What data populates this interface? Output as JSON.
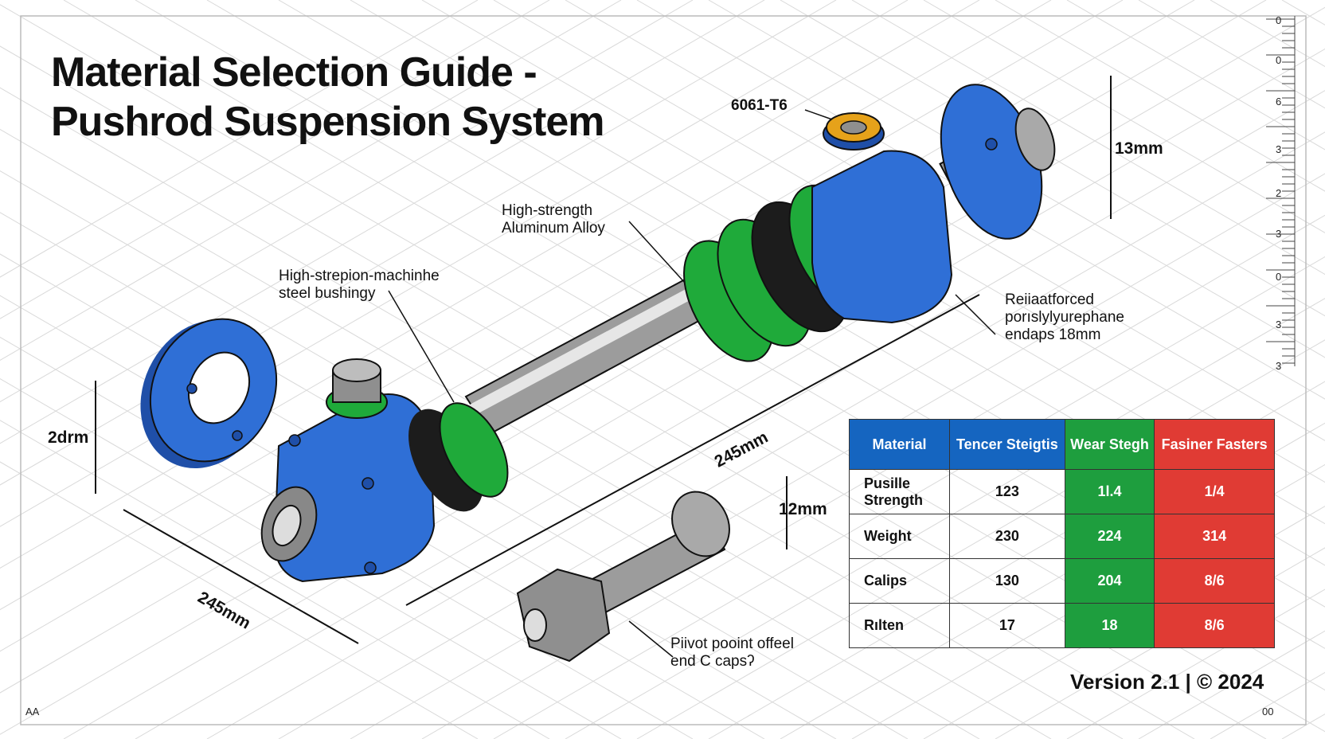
{
  "title": "Material Selection Guide -\nPushrod Suspension System",
  "callouts": {
    "alloy_grade": "6061-T6",
    "aluminum": "High-strength\nAluminum Alloy",
    "bushing": "High-strepion-machinhe\nsteel bushingy",
    "endcaps": "Reiiaatforced\nporıslylyurephane\nendaps 18mm",
    "pivot": "Piivot pooint offeel\nend C capsʔ"
  },
  "dimensions": {
    "height_right": "13mm",
    "washer_height": "2drm",
    "rod_length": "245mm",
    "body_length": "245mm",
    "bolt_height": "12mm"
  },
  "table": {
    "headers": [
      "Material",
      "Tencer Steigtis",
      "Wear Stegh",
      "Fasiner Fasters"
    ],
    "rows": [
      [
        "Pusille Strength",
        "123",
        "1l.4",
        "1/4"
      ],
      [
        "Weight",
        "230",
        "224",
        "314"
      ],
      [
        "Calips",
        "130",
        "204",
        "8/6"
      ],
      [
        "Rılten",
        "17",
        "18",
        "8/6"
      ]
    ]
  },
  "version": "Version 2.1 | © 2024",
  "ruler_ticks": [
    "0",
    "0",
    "6",
    "3",
    "2",
    "3",
    "0",
    "3",
    "3"
  ],
  "corner_marks": {
    "bottom_left": "AA",
    "bottom_right": "00"
  },
  "colors": {
    "part_blue": "#2f6fd6",
    "seal_green": "#1faa3a",
    "rubber_black": "#1c1c1c",
    "steel_gray": "#a9a9a9",
    "brass_orange": "#e6a21a",
    "header_blue": "#1565c0",
    "col_green": "#1e9e3e",
    "col_red": "#e03b34"
  }
}
